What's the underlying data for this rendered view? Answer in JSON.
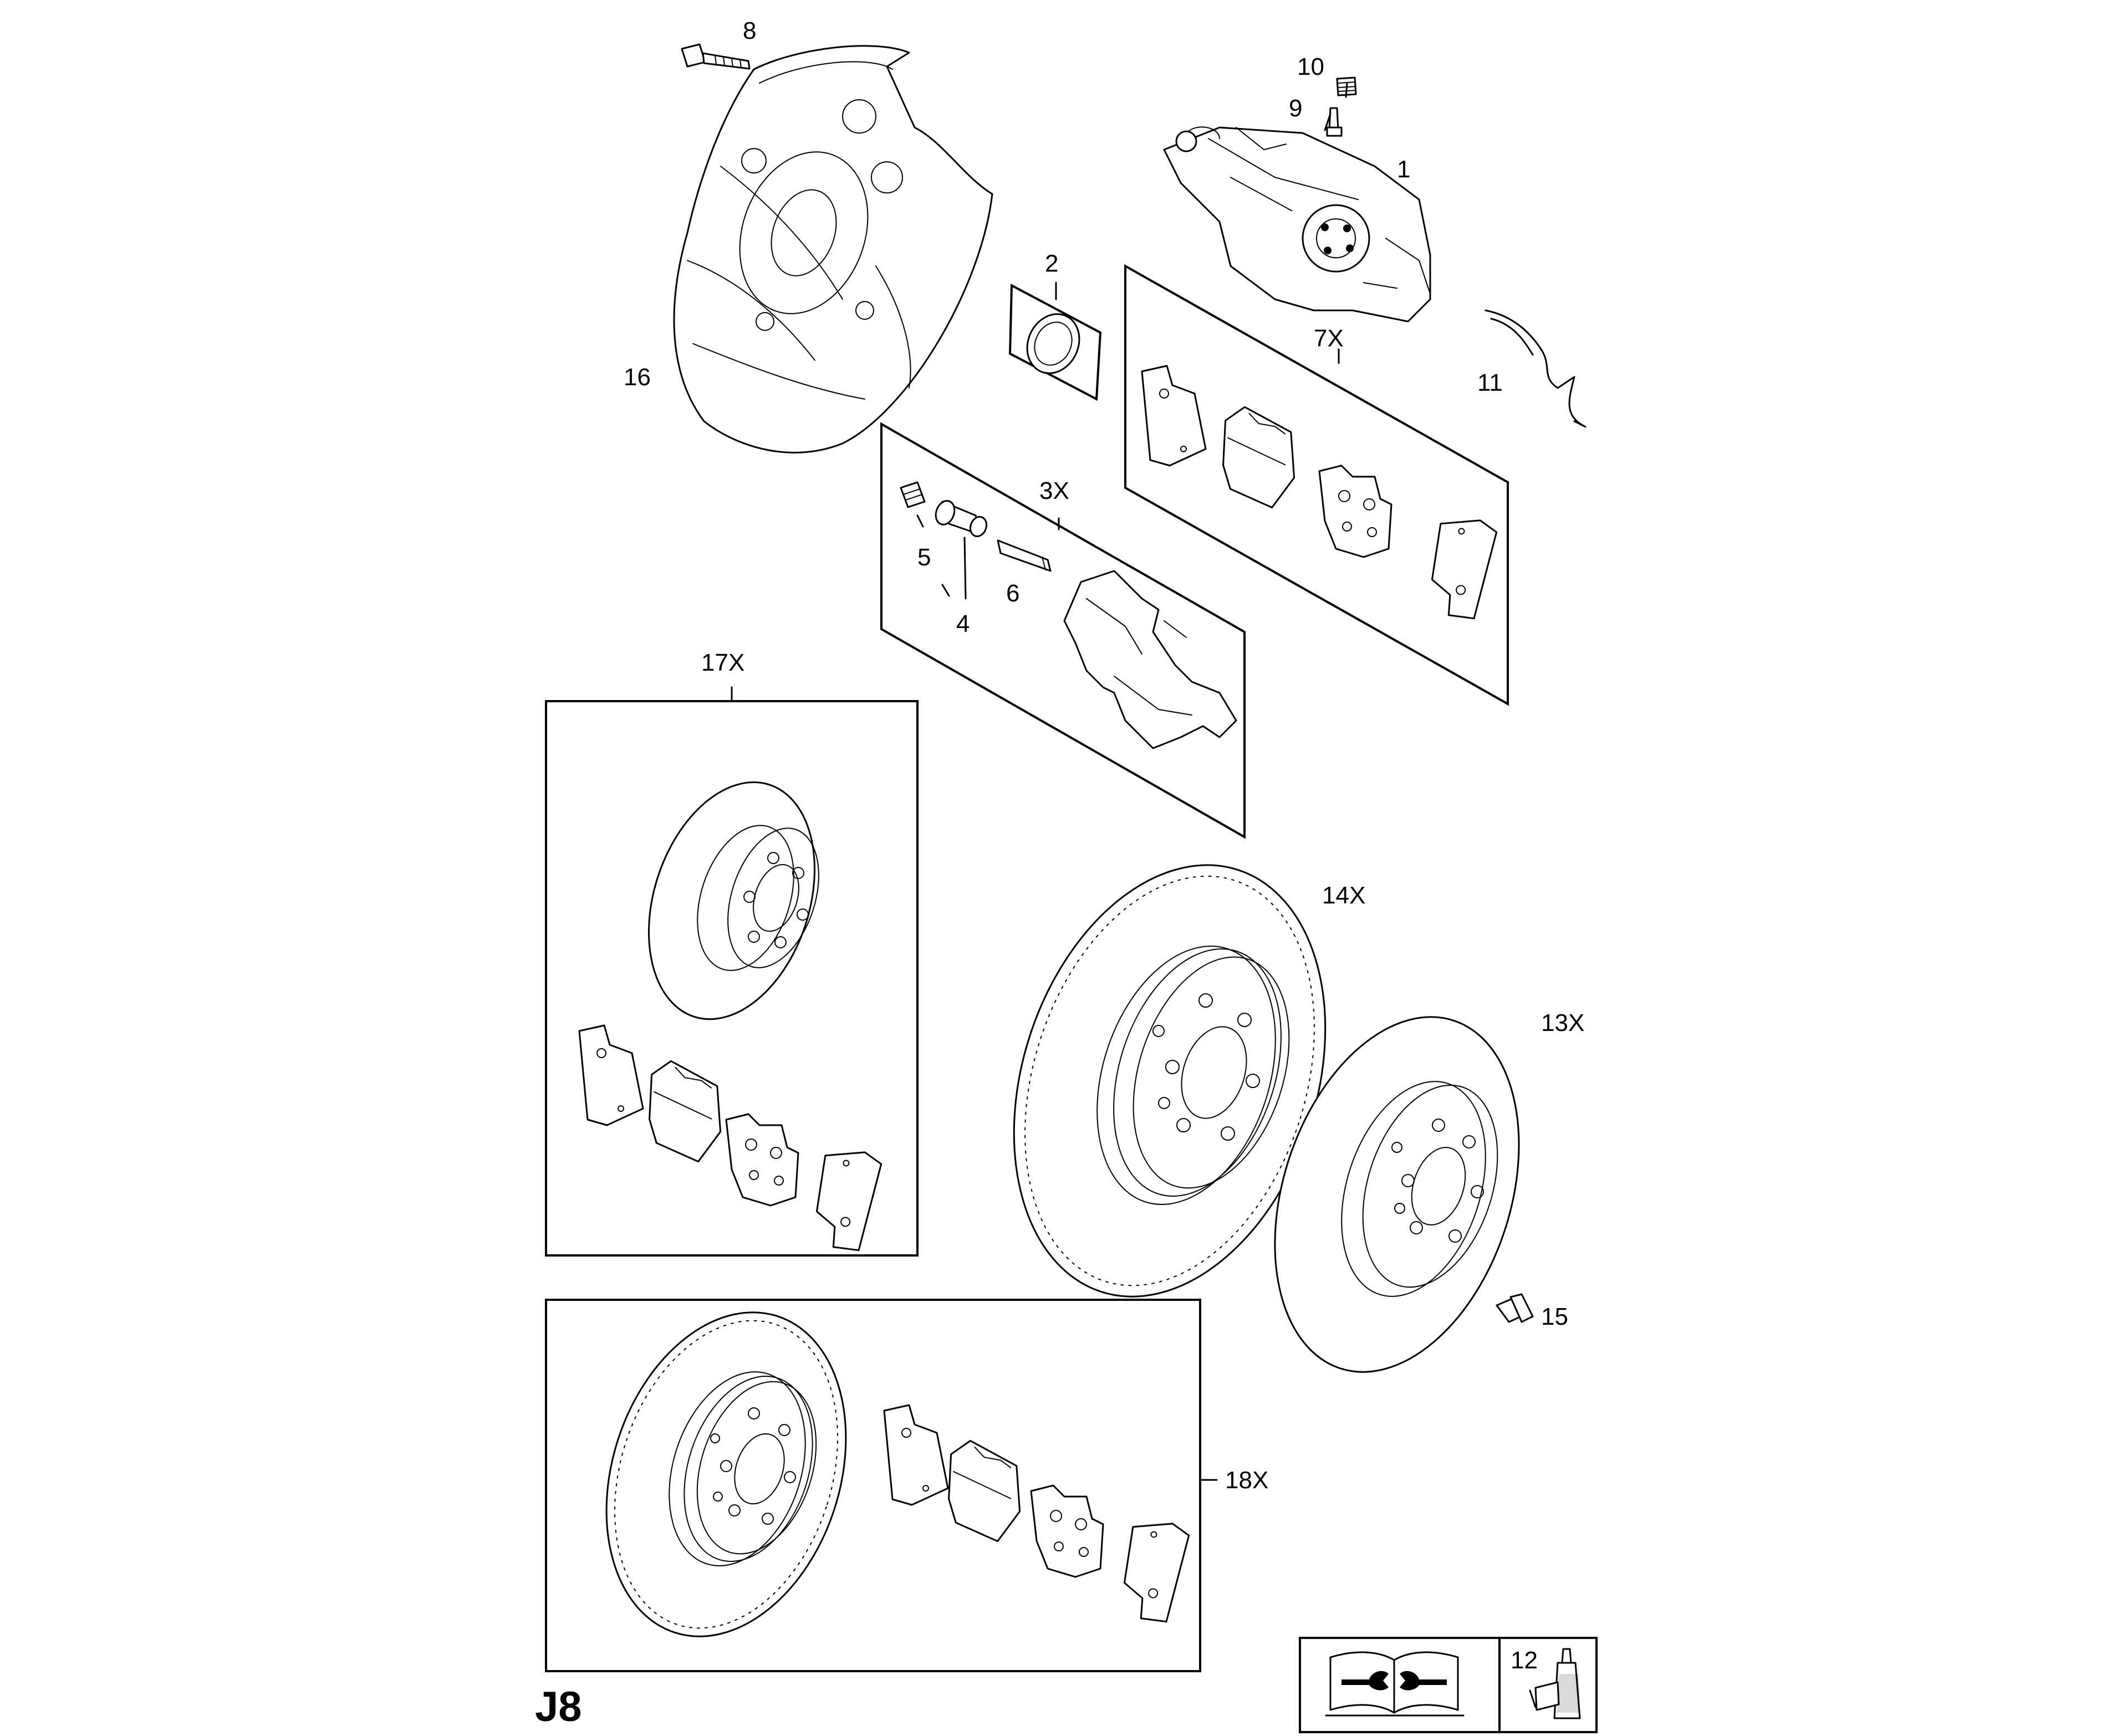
{
  "page_code": "J8",
  "callouts": {
    "c1": "1",
    "c2": "2",
    "c3x": "3X",
    "c4": "4",
    "c5": "5",
    "c6": "6",
    "c7x": "7X",
    "c8": "8",
    "c9": "9",
    "c10": "10",
    "c11": "11",
    "c12": "12",
    "c13x": "13X",
    "c14x": "14X",
    "c15": "15",
    "c16": "16",
    "c17x": "17X",
    "c18x": "18X"
  },
  "icons": {
    "manual": "service-manual-icon",
    "adhesive": "thread-locker-icon"
  }
}
